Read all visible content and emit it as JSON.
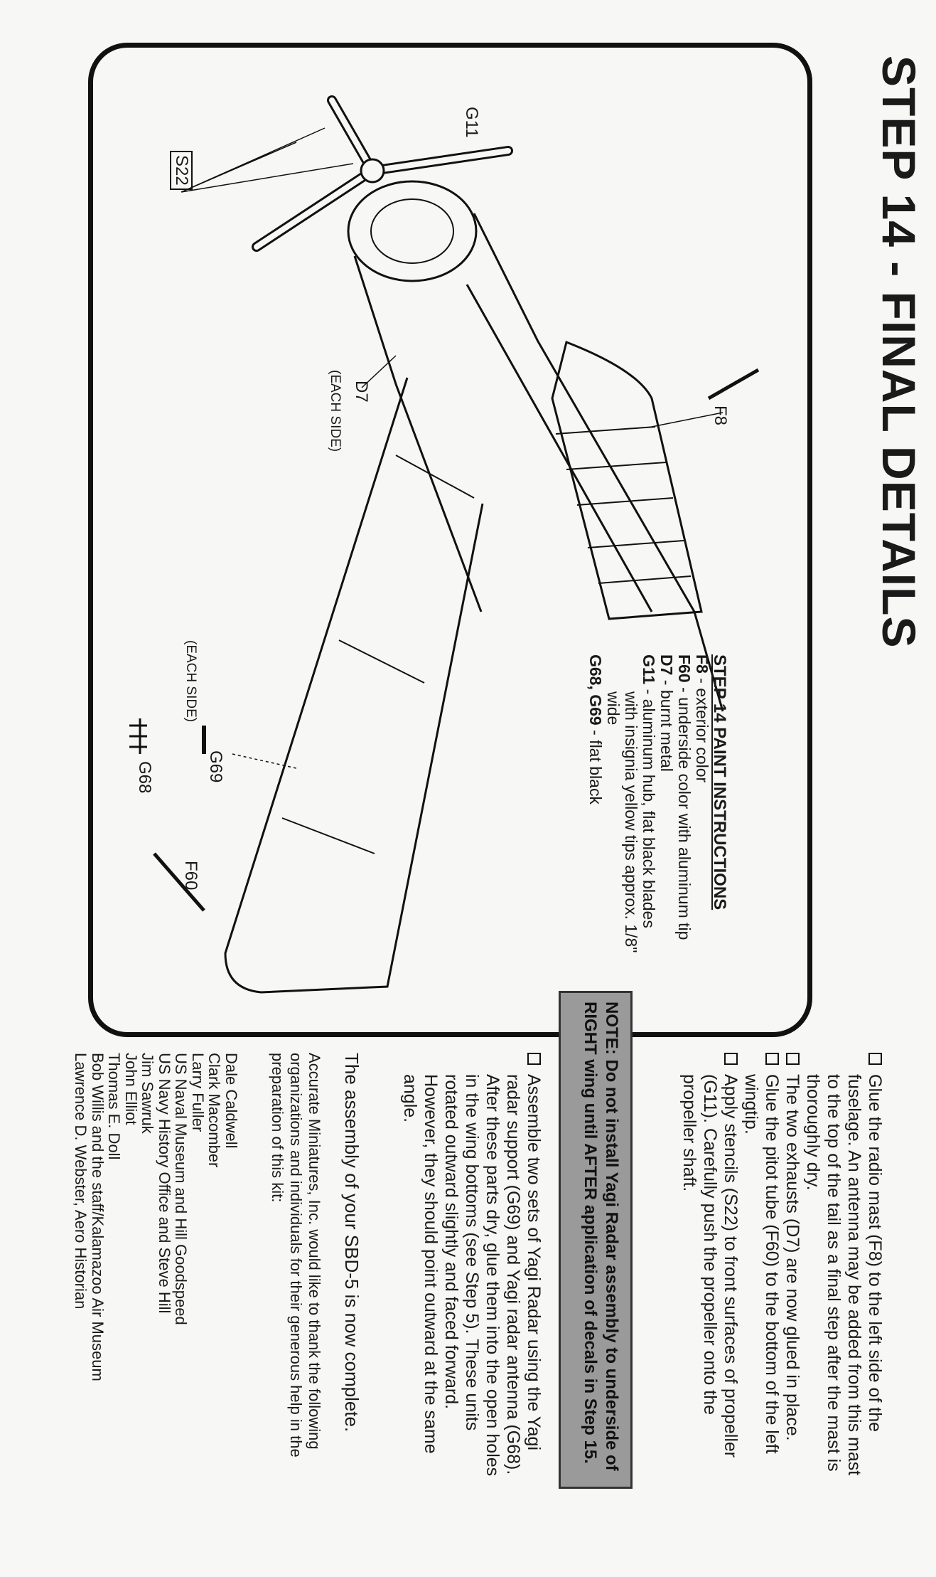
{
  "title": "STEP 14 - FINAL DETAILS",
  "diagram_labels": {
    "g11": "G11",
    "s22": "S22",
    "f8": "F8",
    "d7": "D7",
    "d7_each_side": "(EACH SIDE)",
    "yagi_each_side": "(EACH SIDE)",
    "g69": "G69",
    "g68": "G68",
    "f60": "F60"
  },
  "paint": {
    "heading": "STEP 14 PAINT INSTRUCTIONS",
    "items": [
      {
        "part": "F8",
        "text": " - exterior color",
        "cont": ""
      },
      {
        "part": "F60",
        "text": " - underside color with aluminum tip",
        "cont": ""
      },
      {
        "part": "D7",
        "text": " - burnt metal",
        "cont": ""
      },
      {
        "part": "G11",
        "text": " - aluminum hub, flat black blades",
        "cont": "with insignia yellow tips approx. 1/8\" wide"
      },
      {
        "part": "G68, G69",
        "text": " - flat black",
        "cont": ""
      }
    ]
  },
  "steps": [
    "Glue the radio mast (F8) to the left side of the fuselage.  An antenna may be added from this mast to the top of the tail as a final step after the mast is thoroughly dry.",
    "The two exhausts (D7) are now glued in place.",
    "Glue the pitot tube (F60) to the bottom of the left wingtip.",
    "Apply stencils (S22) to front surfaces of propeller (G11). Carefully push the propeller onto the propeller shaft."
  ],
  "note": {
    "label": "NOTE:",
    "text": " Do not install Yagi Radar assembly to underside of RIGHT wing until AFTER application of decals in Step 15."
  },
  "yagi_step": "Assemble two sets of Yagi Radar using the Yagi radar support (G69) and Yagi radar antenna (G68). After these parts dry, glue them into the open holes in the wing bottoms (see Step 5). These units rotated outward slightly and faced forward. However, they should point outward at the same angle.",
  "complete": "The assembly of your SBD-5 is now complete.",
  "thanks": "Accurate Miniatures, Inc. would like to thank the following organizations and individuals for their generous help in the preparation of this kit:",
  "credits": [
    "Dale Caldwell",
    "Clark Macomber",
    "Larry Fuller",
    "US Naval Museum and Hill Goodspeed",
    "US Navy History Office and Steve Hill",
    "Jim Sawruk",
    "John Elliot",
    "Thomas E. Doll",
    "Bob Willis and the staff/Kalamazoo Air Museum",
    "Lawrence D. Webster, Aero Historian"
  ]
}
